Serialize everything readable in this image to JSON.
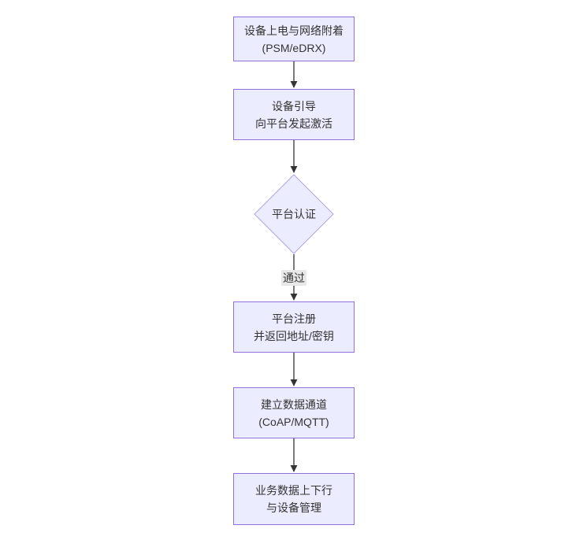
{
  "diagram": {
    "type": "flowchart",
    "direction": "top-down",
    "nodes": [
      {
        "id": "A",
        "shape": "rect",
        "lines": [
          "设备上电与网络附着",
          "(PSM/eDRX)"
        ]
      },
      {
        "id": "B",
        "shape": "rect",
        "lines": [
          "设备引导",
          "向平台发起激活"
        ]
      },
      {
        "id": "C",
        "shape": "diamond",
        "lines": [
          "平台认证"
        ]
      },
      {
        "id": "D",
        "shape": "rect",
        "lines": [
          "平台注册",
          "并返回地址/密钥"
        ]
      },
      {
        "id": "E",
        "shape": "rect",
        "lines": [
          "建立数据通道",
          "(CoAP/MQTT)"
        ]
      },
      {
        "id": "F",
        "shape": "rect",
        "lines": [
          "业务数据上下行",
          "与设备管理"
        ]
      }
    ],
    "edges": [
      {
        "from": "A",
        "to": "B",
        "label": ""
      },
      {
        "from": "B",
        "to": "C",
        "label": ""
      },
      {
        "from": "C",
        "to": "D",
        "label": "通过"
      },
      {
        "from": "D",
        "to": "E",
        "label": ""
      },
      {
        "from": "E",
        "to": "F",
        "label": ""
      }
    ],
    "colors": {
      "node_fill": "#ECECFF",
      "node_border": "#9370DB",
      "diamond_border": "#b3a2e0",
      "arrow": "#333333",
      "text": "#333333",
      "label_bg": "#e8e8e8",
      "canvas_bg": "#ffffff"
    }
  }
}
